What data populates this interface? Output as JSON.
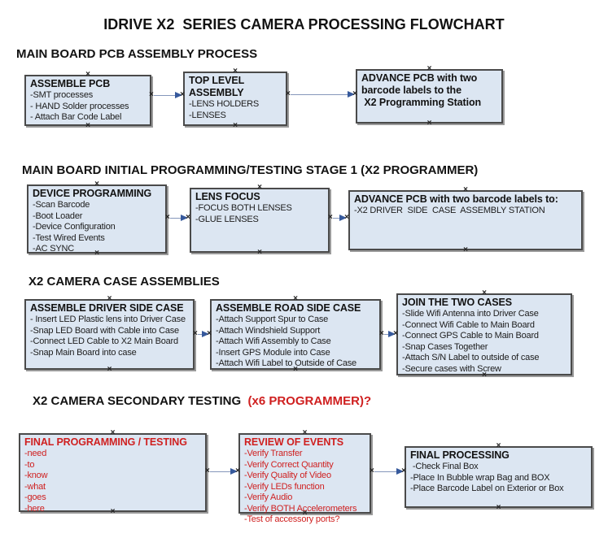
{
  "title": "IDRIVE X2  SERIES CAMERA PROCESSING FLOWCHART",
  "colors": {
    "box_fill": "#dce6f2",
    "box_border": "#4a4a4a",
    "connector_line": "#8597bb",
    "arrowhead": "#36599c",
    "red_text": "#cf1f1f"
  },
  "sections": [
    {
      "header": "MAIN BOARD PCB ASSEMBLY PROCESS",
      "boxes": [
        {
          "title": "ASSEMBLE PCB",
          "lines": [
            "-SMT processes",
            "- HAND Solder processes",
            "- Attach Bar Code Label"
          ]
        },
        {
          "title": "TOP LEVEL ASSEMBLY",
          "lines": [
            "-LENS HOLDERS",
            "-LENSES"
          ]
        },
        {
          "title": "ADVANCE PCB with two\nbarcode labels to the\n X2 Programming Station",
          "lines": []
        }
      ]
    },
    {
      "header": "MAIN BOARD INITIAL PROGRAMMING/TESTING STAGE 1 (X2 PROGRAMMER)",
      "boxes": [
        {
          "title": "DEVICE PROGRAMMING",
          "lines": [
            "-Scan Barcode",
            "-Boot Loader",
            "-Device Configuration",
            "-Test Wired Events",
            "-AC SYNC"
          ]
        },
        {
          "title": "LENS FOCUS",
          "lines": [
            "-FOCUS BOTH LENSES",
            "-GLUE LENSES"
          ]
        },
        {
          "title": "ADVANCE PCB with two barcode labels to:",
          "lines": [
            "-X2 DRIVER  SIDE  CASE  ASSEMBLY STATION"
          ]
        }
      ]
    },
    {
      "header": "X2 CAMERA CASE ASSEMBLIES",
      "boxes": [
        {
          "title": "ASSEMBLE DRIVER SIDE CASE",
          "lines": [
            "- Insert LED Plastic lens into Driver Case",
            "-Snap LED Board with Cable into Case",
            "-Connect LED Cable to X2 Main Board",
            "-Snap Main Board into case"
          ]
        },
        {
          "title": "ASSEMBLE ROAD SIDE CASE",
          "lines": [
            "-Attach Support Spur to Case",
            "-Attach Windshield Support",
            "-Attach Wifi Assembly to Case",
            "-Insert GPS Module into Case",
            "-Attach Wifi Label to Outside of Case"
          ]
        },
        {
          "title": "JOIN THE TWO CASES",
          "lines": [
            "-Slide Wifi Antenna into Driver Case",
            "-Connect Wifi Cable to Main Board",
            "-Connect GPS Cable to Main Board",
            "-Snap Cases Together",
            "-Attach S/N Label to outside of case",
            "-Secure cases with Screw"
          ]
        }
      ]
    },
    {
      "header": "X2 CAMERA SECONDARY TESTING  ",
      "header_suffix": "(x6 PROGRAMMER)?",
      "boxes": [
        {
          "title": "FINAL PROGRAMMING / TESTING",
          "lines": [
            "-need",
            "-to",
            "-know",
            "-what",
            "-goes",
            "-here"
          ]
        },
        {
          "title": "REVIEW OF EVENTS",
          "lines": [
            "-Verify Transfer",
            "-Verify Correct Quantity",
            "-Verify Quality of Video",
            "-Verify LEDs function",
            "-Verify Audio",
            "-Verify BOTH Accelerometers",
            "-Test of accessory ports?"
          ]
        },
        {
          "title": "FINAL PROCESSING",
          "lines": [
            " -Check Final Box",
            "-Place In Bubble wrap Bag and BOX",
            "-Place Barcode Label on Exterior or Box"
          ]
        }
      ]
    }
  ]
}
